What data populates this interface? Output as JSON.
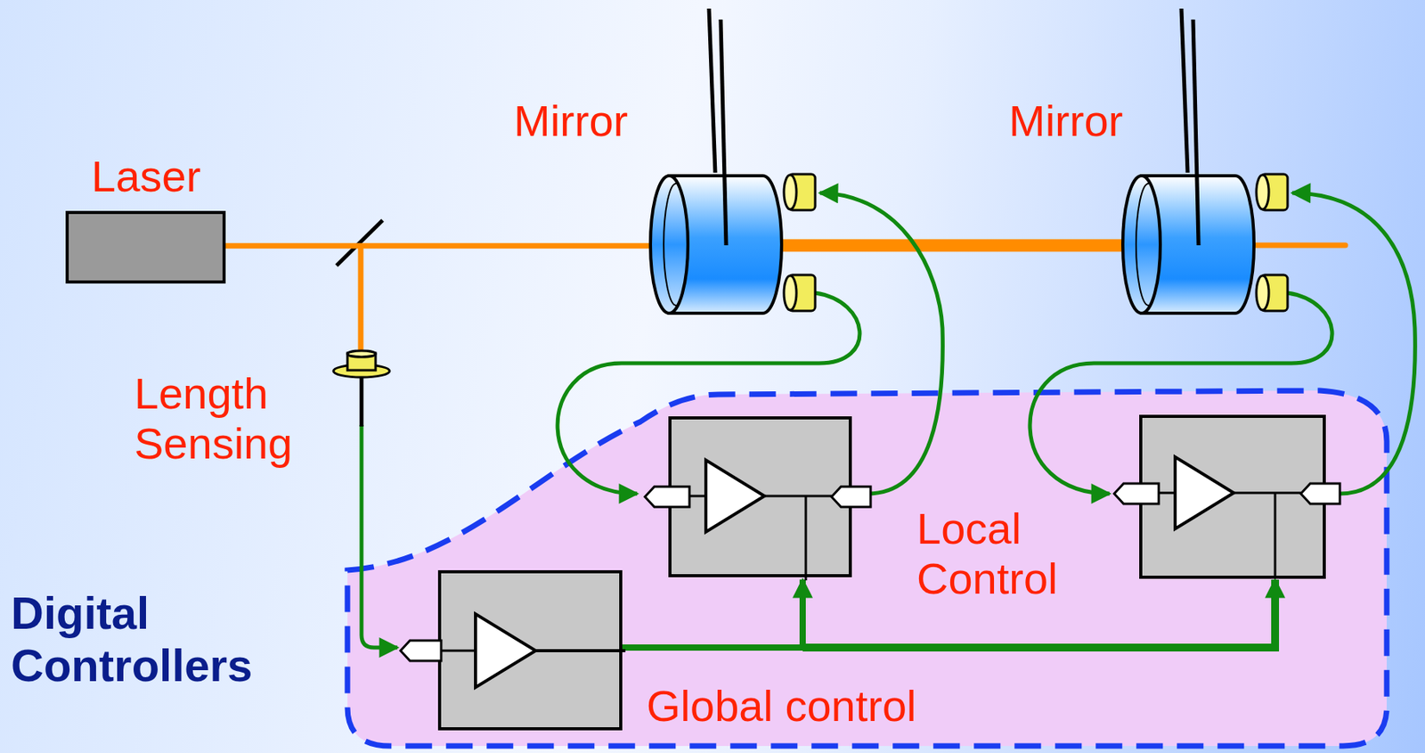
{
  "diagram": {
    "nodes": [
      {
        "text": [
          "Laser"
        ]
      },
      {
        "text": [
          "Mirror"
        ]
      },
      {
        "text": [
          "Mirror"
        ]
      },
      {
        "text": [
          "Length Sensing"
        ]
      },
      {
        "text": [
          "Digital Controllers"
        ]
      },
      {
        "text": [
          "Local Control"
        ],
        "in": 4
      },
      {
        "text": [
          "Global control"
        ],
        "in": 4
      }
    ],
    "edges": [
      {
        "from": 0,
        "to": 1,
        "arrow": "none"
      },
      {
        "from": 1,
        "to": 2,
        "arrow": "none"
      },
      {
        "from": 3,
        "to": 6,
        "arrow": "to"
      },
      {
        "from": 1,
        "to": 5,
        "arrow": "to"
      },
      {
        "from": 5,
        "to": 1,
        "arrow": "to"
      },
      {
        "from": 6,
        "to": 5,
        "arrow": "to"
      }
    ]
  }
}
